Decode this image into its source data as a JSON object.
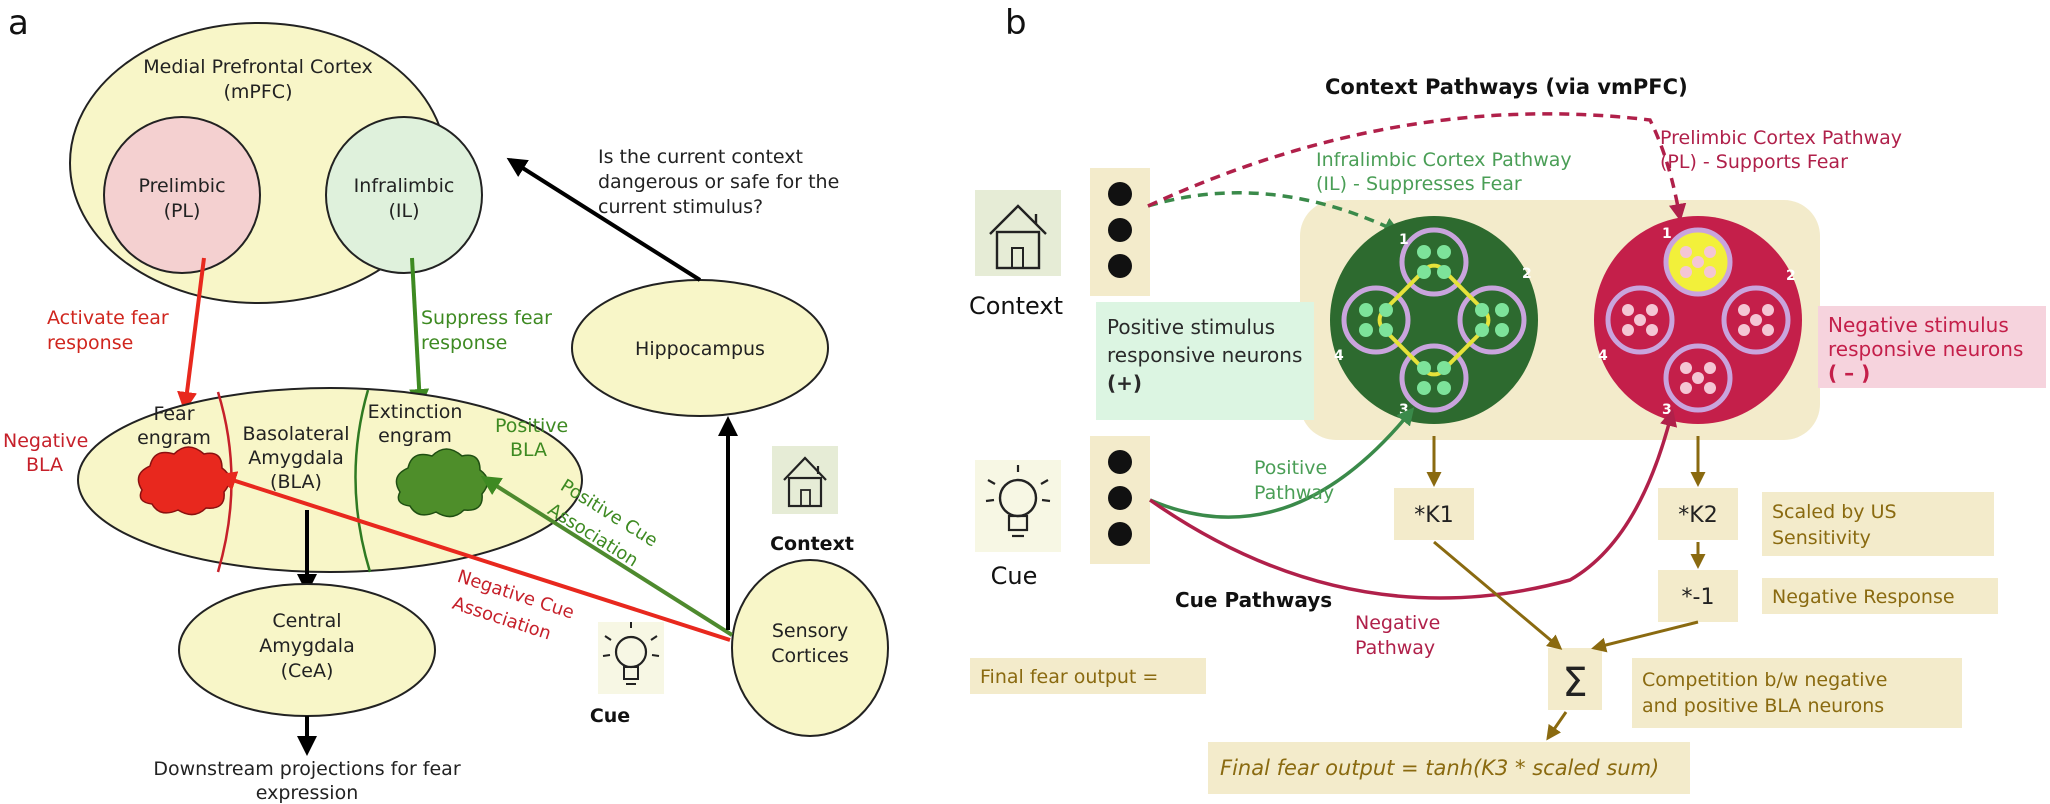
{
  "panel_a": {
    "label": "a",
    "mpfc": [
      "Medial Prefrontal Cortex",
      "(mPFC)"
    ],
    "prelimbic": [
      "Prelimbic",
      "(PL)"
    ],
    "infralimbic": [
      "Infralimbic",
      "(IL)"
    ],
    "question": [
      "Is the current context",
      "dangerous or safe for the",
      "current stimulus?"
    ],
    "hippocampus": "Hippocampus",
    "activate": [
      "Activate fear",
      "response"
    ],
    "suppress": [
      "Suppress fear",
      "response"
    ],
    "negative_bla": [
      "Negative",
      "BLA"
    ],
    "positive_bla": [
      "Positive",
      "BLA"
    ],
    "fear_engram": [
      "Fear",
      "engram"
    ],
    "bla": [
      "Basolateral",
      "Amygdala",
      "(BLA)"
    ],
    "extinction_engram": [
      "Extinction",
      "engram"
    ],
    "positive_cue": [
      "Positive Cue",
      "Association"
    ],
    "negative_cue": [
      "Negative Cue",
      "Association"
    ],
    "context": "Context",
    "cue": "Cue",
    "sensory": [
      "Sensory",
      "Cortices"
    ],
    "cea": [
      "Central",
      "Amygdala",
      "(CeA)"
    ],
    "downstream": [
      "Downstream projections for fear",
      "expression"
    ]
  },
  "panel_b": {
    "label": "b",
    "context_pathways": "Context Pathways (via vmPFC)",
    "il_pathway": [
      "Infralimbic Cortex Pathway",
      "(IL)  - Suppresses Fear"
    ],
    "pl_pathway": [
      "Prelimbic Cortex Pathway",
      "(PL)  - Supports Fear"
    ],
    "context": "Context",
    "cue": "Cue",
    "positive_neurons": [
      "Positive stimulus",
      "responsive neurons",
      "(+)"
    ],
    "negative_neurons": [
      "Negative stimulus",
      "responsive neurons",
      "( – )"
    ],
    "positive_pathway": [
      "Positive",
      "Pathway"
    ],
    "negative_pathway": [
      "Negative",
      "Pathway"
    ],
    "cue_pathways": "Cue Pathways",
    "k1": "*K1",
    "k2": "*K2",
    "neg1": "*-1",
    "sigma": "Σ",
    "scaled_us": [
      "Scaled by US",
      "Sensitivity"
    ],
    "negative_response": "Negative Response",
    "competition": [
      "Competition b/w negative",
      "and positive BLA neurons"
    ],
    "final_left": "Final fear output =",
    "final_formula": "Final fear output = tanh(K3 * scaled sum)",
    "cluster_numbers": [
      "1",
      "2",
      "3",
      "4"
    ]
  },
  "colors": {
    "red": "#e8281e",
    "green": "#3e8a22",
    "crimson": "#c41f4a",
    "dark_green": "#2d6a2f",
    "tan": "#f3ebcb",
    "ellipse": "#f8f6c8",
    "gold": "#8a6a10"
  }
}
